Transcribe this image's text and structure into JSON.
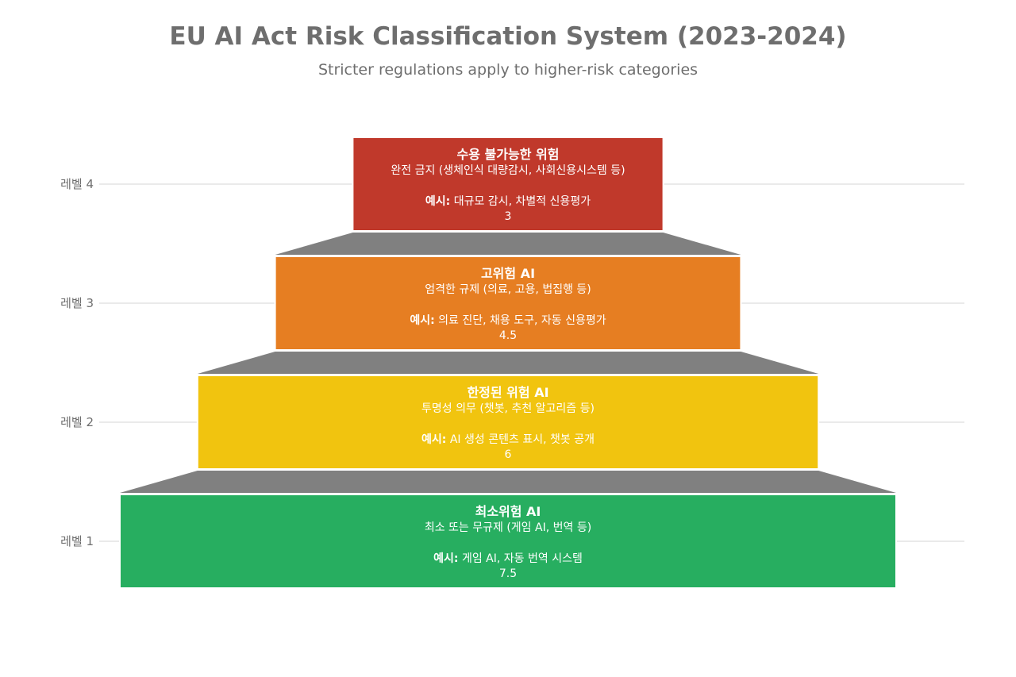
{
  "chart_data": {
    "type": "bar",
    "orientation": "horizontal",
    "title": "EU AI Act Risk Classification System (2023-2024)",
    "subtitle": "Stricter regulations apply to higher-risk categories",
    "y_categories": [
      "레벨 1",
      "레벨 2",
      "레벨 3",
      "레벨 4"
    ],
    "grid": true,
    "connector_color": "#808080",
    "series": [
      {
        "level": "레벨 1",
        "name": "최소위험 AI",
        "description": "최소 또는 무규제 (게임 AI, 번역 등)",
        "example_prefix": "예시:",
        "example": "게임 AI, 자동 번역 시스템",
        "value": 7.5,
        "value_label": "7.5",
        "color": "#27ae60"
      },
      {
        "level": "레벨 2",
        "name": "한정된 위험 AI",
        "description": "투명성 의무 (챗봇, 추천 알고리즘 등)",
        "example_prefix": "예시:",
        "example": "AI 생성 콘텐츠 표시, 챗봇 공개",
        "value": 6,
        "value_label": "6",
        "color": "#f1c40f"
      },
      {
        "level": "레벨 3",
        "name": "고위험 AI",
        "description": "엄격한 규제 (의료, 고용, 법집행 등)",
        "example_prefix": "예시:",
        "example": "의료 진단, 채용 도구, 자동 신용평가",
        "value": 4.5,
        "value_label": "4.5",
        "color": "#e67e22"
      },
      {
        "level": "레벨 4",
        "name": "수용 불가능한 위험",
        "description": "완전 금지 (생체인식 대량감시, 사회신용시스템 등)",
        "example_prefix": "예시:",
        "example": "대규모 감시, 차별적 신용평가",
        "value": 3,
        "value_label": "3",
        "color": "#c0392b"
      }
    ]
  }
}
